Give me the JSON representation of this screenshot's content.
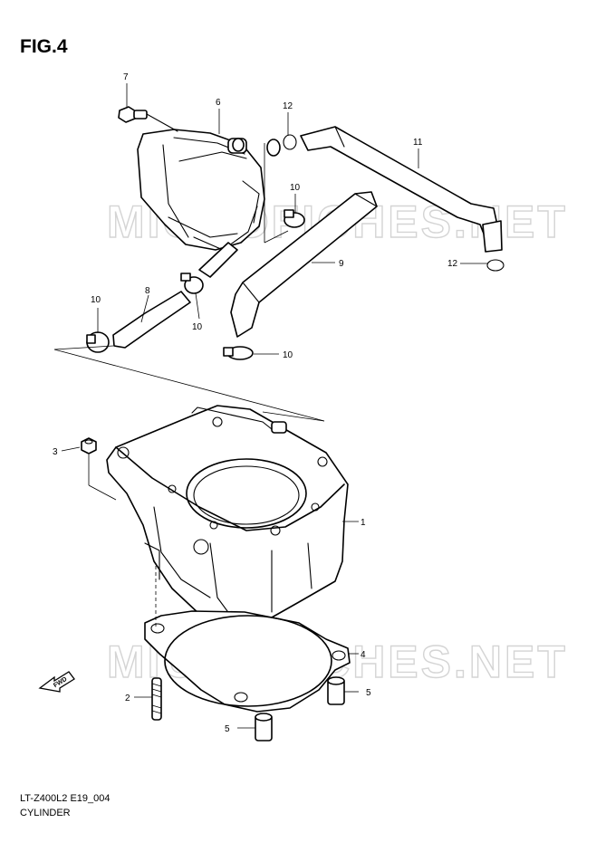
{
  "figure": {
    "title": "FIG.4"
  },
  "watermark": "MICROFICHES.NET",
  "footer": {
    "code": "LT-Z400L2 E19_004",
    "name": "CYLINDER"
  },
  "direction_arrow": "FWD",
  "callouts": {
    "c1": "1",
    "c2": "2",
    "c3": "3",
    "c4": "4",
    "c5a": "5",
    "c5b": "5",
    "c6": "6",
    "c7": "7",
    "c8": "8",
    "c9": "9",
    "c10a": "10",
    "c10b": "10",
    "c10c": "10",
    "c10d": "10",
    "c11": "11",
    "c12a": "12",
    "c12b": "12"
  },
  "colors": {
    "line": "#000000",
    "watermark": "#d4d4d4",
    "background": "#ffffff"
  }
}
